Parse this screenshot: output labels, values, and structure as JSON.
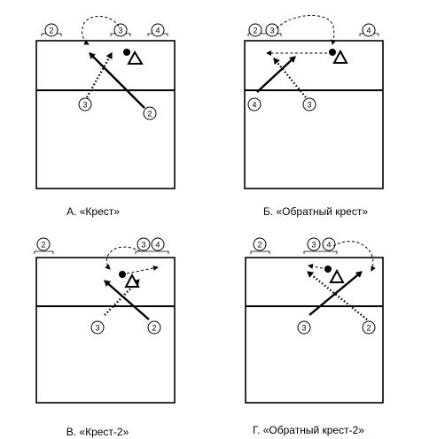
{
  "diagrams": [
    {
      "caption": "А. «Крест»",
      "players": [
        "2",
        "3",
        "4",
        "3",
        "2"
      ]
    },
    {
      "caption": "Б. «Обратный  крест»",
      "players": [
        "2",
        "3",
        "4",
        "4",
        "3"
      ]
    },
    {
      "caption": "В. «Крест-2»",
      "players": [
        "2",
        "3",
        "4",
        "3",
        "2"
      ]
    },
    {
      "caption": "Г. «Обратный крест-2»",
      "players": [
        "2",
        "3",
        "4",
        "3",
        "2"
      ]
    }
  ]
}
